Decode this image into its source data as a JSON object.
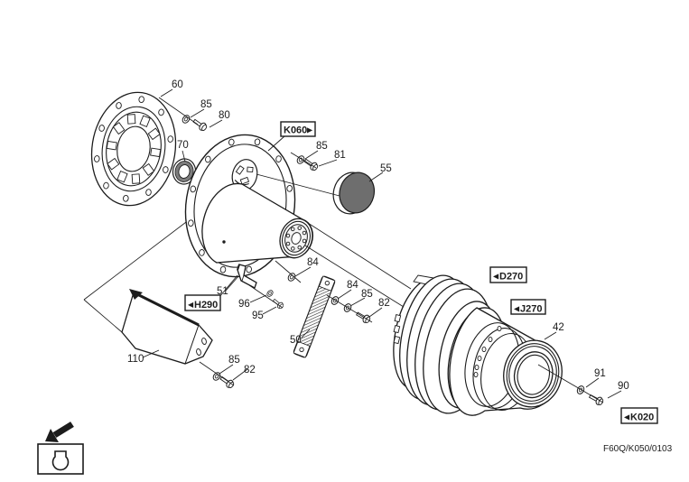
{
  "figure": {
    "code": "F60Q/K050/0103",
    "paper_color": "#ffffff",
    "line_color": "#1c1c1c",
    "cap_fill": "#6e6e6e",
    "seal_ring_fill": "#7d7d7d"
  },
  "legend": {
    "symbol": "keyhole",
    "arrow": "down-left"
  },
  "ref_boxes": [
    {
      "label": "K060",
      "arrow_glyph": "▶",
      "arrow_side": "right"
    },
    {
      "label": "D270",
      "arrow_glyph": "◀",
      "arrow_side": "left"
    },
    {
      "label": "J270",
      "arrow_glyph": "◀",
      "arrow_side": "left"
    },
    {
      "label": "H290",
      "arrow_glyph": "◀",
      "arrow_side": "left"
    },
    {
      "label": "K020",
      "arrow_glyph": "◀",
      "arrow_side": "left"
    }
  ],
  "callouts": [
    {
      "text": "60"
    },
    {
      "text": "85"
    },
    {
      "text": "80"
    },
    {
      "text": "70"
    },
    {
      "text": "85"
    },
    {
      "text": "81"
    },
    {
      "text": "55"
    },
    {
      "text": "84"
    },
    {
      "text": "51"
    },
    {
      "text": "96"
    },
    {
      "text": "95"
    },
    {
      "text": "50"
    },
    {
      "text": "84"
    },
    {
      "text": "85"
    },
    {
      "text": "82"
    },
    {
      "text": "110"
    },
    {
      "text": "85"
    },
    {
      "text": "82"
    },
    {
      "text": "42"
    },
    {
      "text": "91"
    },
    {
      "text": "90"
    }
  ]
}
